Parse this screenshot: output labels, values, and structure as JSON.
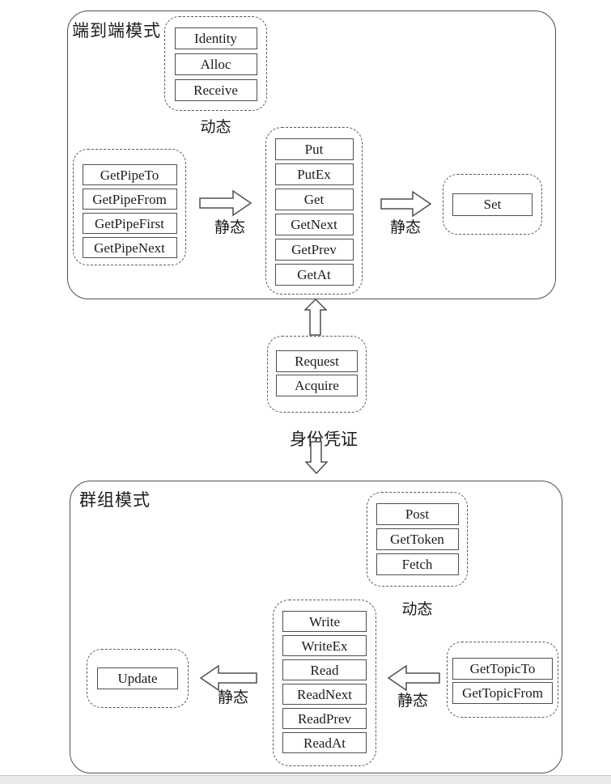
{
  "e2e": {
    "title": "端到端模式",
    "dynamic_group": {
      "items": [
        "Identity",
        "Alloc",
        "Receive"
      ],
      "label": "动态"
    },
    "pipe_group": {
      "items": [
        "GetPipeTo",
        "GetPipeFrom",
        "GetPipeFirst",
        "GetPipeNext"
      ]
    },
    "static_arrow_1_label": "静态",
    "op_group": {
      "items": [
        "Put",
        "PutEx",
        "Get",
        "GetNext",
        "GetPrev",
        "GetAt"
      ]
    },
    "static_arrow_2_label": "静态",
    "set_group": {
      "items": [
        "Set"
      ]
    }
  },
  "credential": {
    "group": {
      "items": [
        "Request",
        "Acquire"
      ]
    },
    "label": "身份凭证"
  },
  "group_mode": {
    "title": "群组模式",
    "dynamic_group": {
      "items": [
        "Post",
        "GetToken",
        "Fetch"
      ],
      "label": "动态"
    },
    "op_group": {
      "items": [
        "Write",
        "WriteEx",
        "Read",
        "ReadNext",
        "ReadPrev",
        "ReadAt"
      ]
    },
    "update_group": {
      "items": [
        "Update"
      ]
    },
    "topic_group": {
      "items": [
        "GetTopicTo",
        "GetTopicFrom"
      ]
    },
    "static_arrow_left_label": "静态",
    "static_arrow_right_label": "静态"
  },
  "colors": {
    "line": "#4f4f4f",
    "text": "#1c1c1c",
    "background": "#ffffff",
    "page_edge": "#e9e9e9"
  }
}
